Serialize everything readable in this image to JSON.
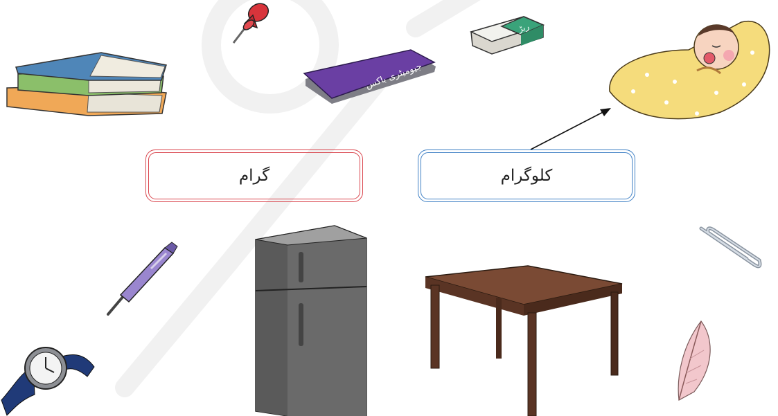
{
  "labels": {
    "gram": "گرام",
    "kilogram": "کلوگرام",
    "eraser": "ربڑ",
    "geometry_box": "جیومیٹری باکس"
  },
  "items": [
    "books",
    "push-pin",
    "geometry-box",
    "eraser",
    "baby",
    "pen",
    "watch",
    "refrigerator",
    "table",
    "paper-clip",
    "feather"
  ],
  "colors": {
    "gram_box": "#d9434b",
    "kilogram_box": "#3d7fc4"
  }
}
